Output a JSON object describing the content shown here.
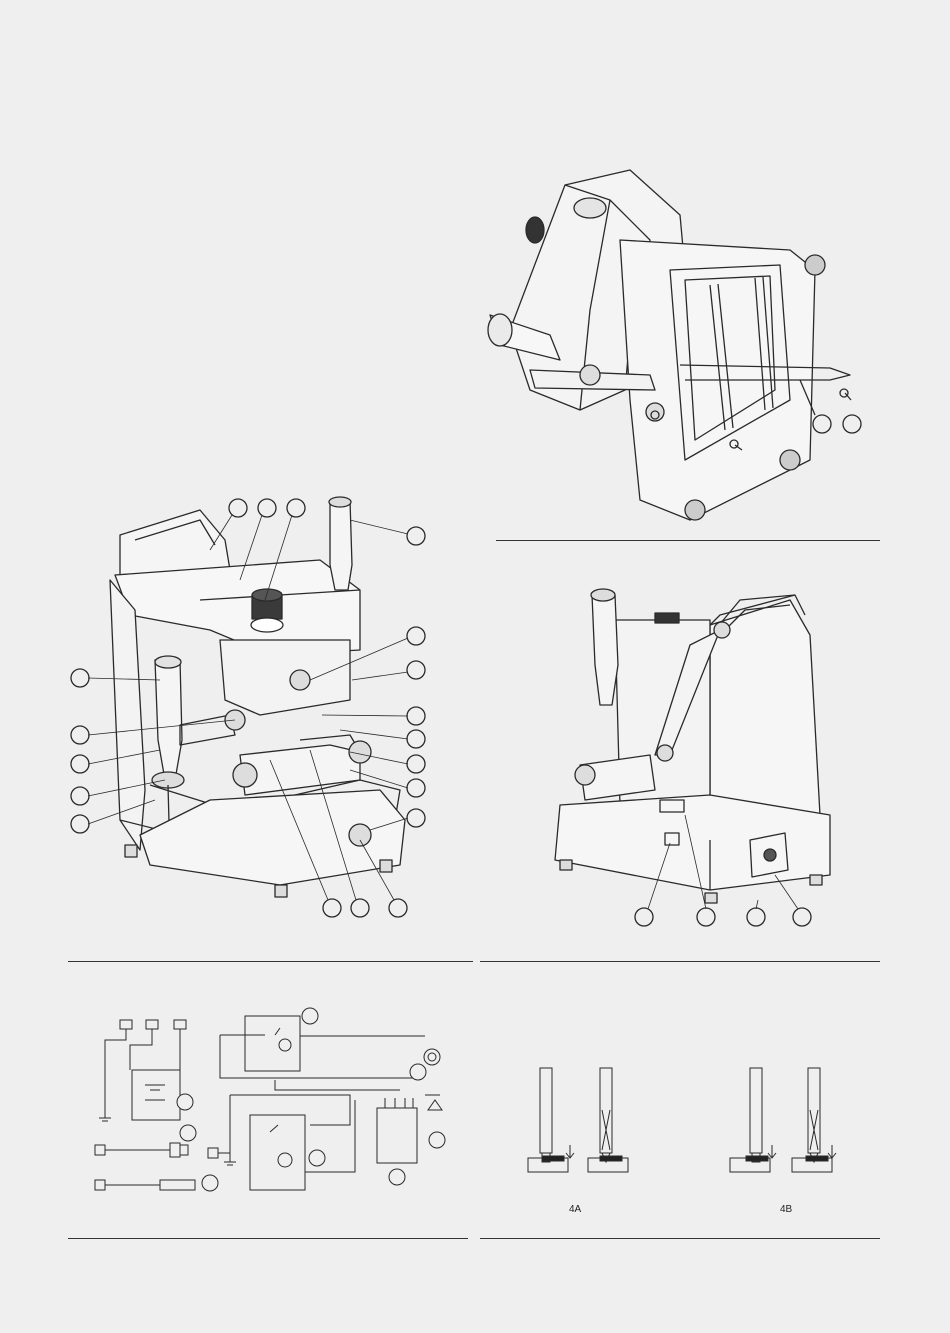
{
  "page": {
    "background": "#efefef",
    "line_color": "#2a2a2a"
  },
  "figures": {
    "machine_rear_view": {
      "description_icon": "key-cutting-machine-rear-icon",
      "callout_count": 2
    },
    "machine_front_view": {
      "description_icon": "key-cutting-machine-front-icon",
      "callout_count": 19
    },
    "machine_side_view": {
      "description_icon": "key-cutting-machine-side-icon",
      "callout_count": 4
    },
    "wiring_diagram": {
      "description_icon": "wiring-diagram-icon",
      "callout_count": 9
    },
    "tracer_diagram": {
      "description_icon": "cutter-tracer-alignment-icon",
      "labels": {
        "left": "4A",
        "right": "4B"
      }
    }
  }
}
